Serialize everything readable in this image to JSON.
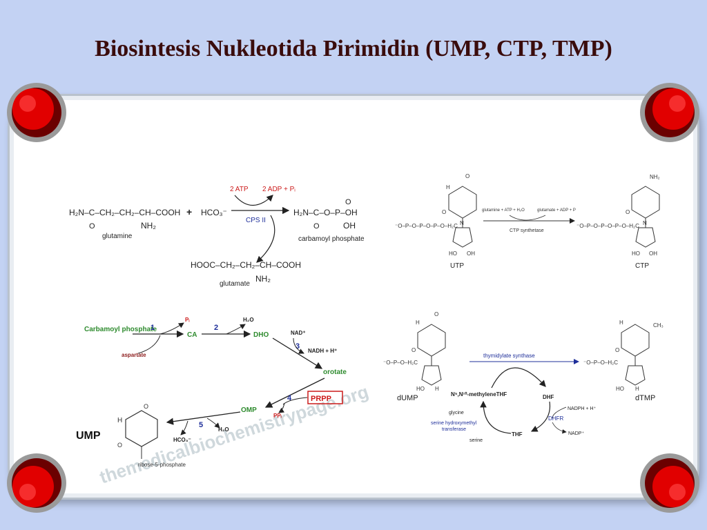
{
  "slide": {
    "title": "Biosintesis Nukleotida Pirimidin (UMP, CTP, TMP)"
  },
  "panel_cps": {
    "glutamine_formula": "H₂N–C–CH₂–CH₂–CH–COOH",
    "glutamine_o": "O",
    "glutamine_nh2": "NH₂",
    "glutamine_label": "glutamine",
    "plus": "+",
    "hco3": "HCO₃⁻",
    "atp_in": "2 ATP",
    "adp_out": "2 ADP + Pᵢ",
    "enzyme": "CPS II",
    "product_formula": "H₂N–C–O–P–OH",
    "product_o1": "O",
    "product_o2": "O",
    "product_oh": "OH",
    "product_label": "carbamoyl phosphate",
    "glutamate_formula": "HOOC–CH₂–CH₂–CH–COOH",
    "glutamate_nh2": "NH₂",
    "glutamate_label": "glutamate"
  },
  "panel_ctp": {
    "utp_label": "UTP",
    "ctp_label": "CTP",
    "reactants": "glutamine + ATP + H₂O",
    "products": "glutamate + ADP + P",
    "enzyme": "CTP synthetase",
    "ring_h": "H",
    "ring_n": "N",
    "ring_o": "O",
    "nh2": "NH₂",
    "ho": "HO",
    "oh": "OH",
    "phosphate_chain": "⁻O–P–O–P–O–P–O–H₂C"
  },
  "panel_ump": {
    "carbamoyl_phosphate": "Carbamoyl phosphate",
    "step1": "1",
    "pi": "Pᵢ",
    "aspartate": "aspartate",
    "ca": "CA",
    "step2": "2",
    "h2o": "H₂O",
    "dho": "DHO",
    "nad": "NAD⁺",
    "step3": "3",
    "nadh": "NADH + H⁺",
    "orotate": "orotate",
    "step4": "4",
    "prpp": "PRPP",
    "ppi": "PPᵢ",
    "omp": "OMP",
    "step5": "5",
    "h2o_b": "H₂O",
    "hco3": "HCO₃⁻",
    "ump": "UMP",
    "ribose": "ribose-5-phosphate",
    "watermark": "themedicalbiochemistrypage.org"
  },
  "panel_tmp": {
    "dump_label": "dUMP",
    "dtmp_label": "dTMP",
    "enzyme": "thymidylate synthase",
    "methylene_thf": "N⁵,N¹⁰-methyleneTHF",
    "dhf": "DHF",
    "nadph": "NADPH + H⁺",
    "dhfr": "DHFR",
    "nadp": "NADP⁺",
    "thf": "THF",
    "glycine": "glycine",
    "shmt1": "serine hydroxymethyl",
    "shmt2": "transferase",
    "serine": "serine",
    "ch3": "CH₃",
    "ho": "HO",
    "h": "H"
  },
  "colors": {
    "background": "#c3d2f3",
    "title": "#3a0c0c",
    "pin": "#e10000",
    "green_label": "#2e8b2e",
    "red_label": "#cc1a1a",
    "blue_label": "#1f2f9a"
  }
}
